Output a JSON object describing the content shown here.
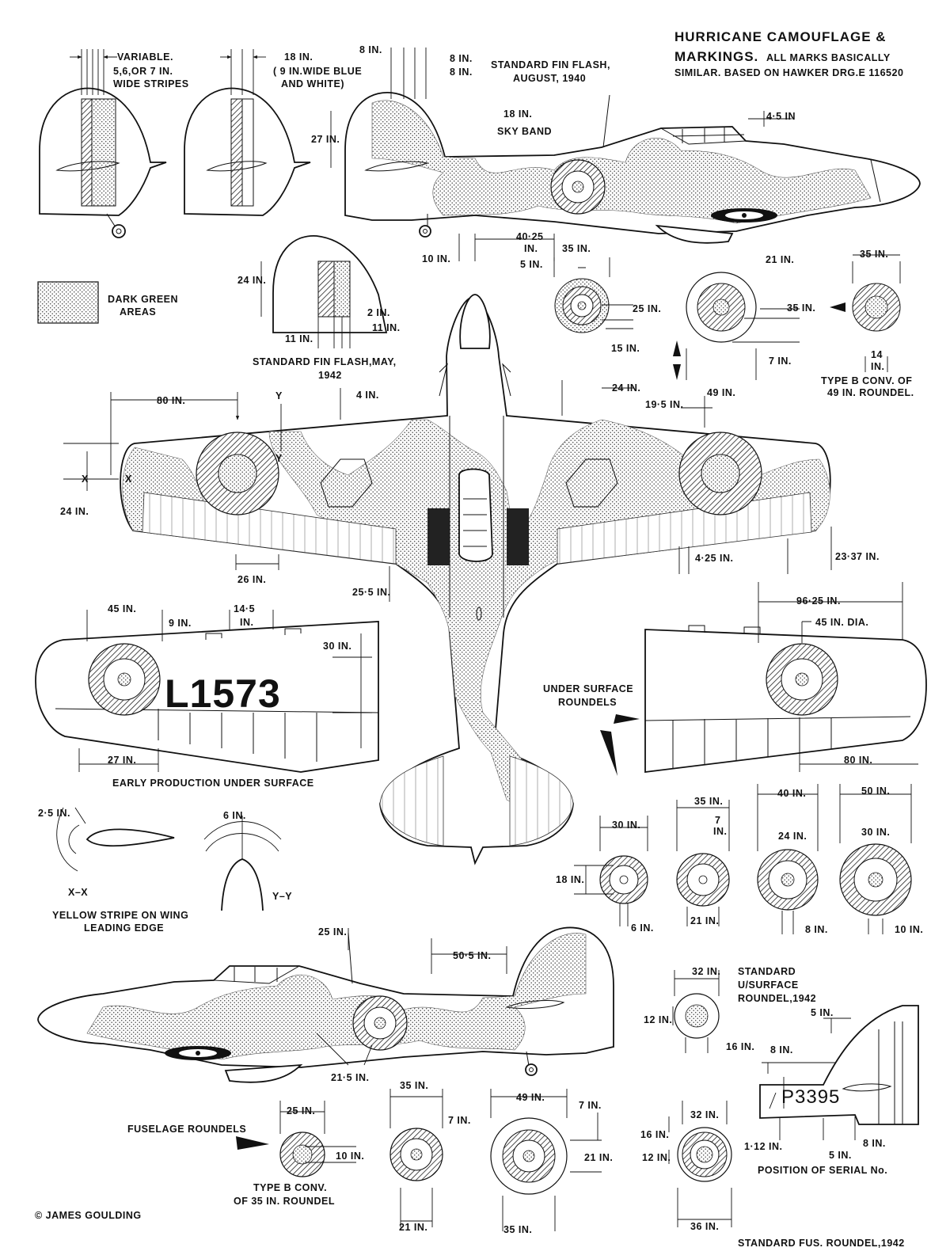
{
  "title": {
    "line1": "HURRICANE CAMOUFLAGE &",
    "line2a": "MARKINGS.",
    "line2b": "ALL MARKS BASICALLY",
    "line3": "SIMILAR. BASED ON HAWKER DRG.E 116520"
  },
  "legend": {
    "dark_green_l1": "DARK GREEN",
    "dark_green_l2": "AREAS"
  },
  "tail_stripes": {
    "variable_l1": "VARIABLE.",
    "variable_l2": "5,6,OR 7 IN.",
    "variable_l3": "WIDE STRIPES",
    "blue_white_l1": "18 IN.",
    "blue_white_l2": "( 9 IN.WIDE BLUE",
    "blue_white_l3": "AND WHITE)"
  },
  "fin_flash_1940": {
    "l1": "STANDARD FIN FLASH,",
    "l2": "AUGUST, 1940",
    "d8a": "8 IN.",
    "d8b": "8 IN.",
    "d8c": "8 IN.",
    "d27": "27 IN.",
    "sky_band_dim": "18 IN.",
    "sky_band": "SKY BAND",
    "d45": "4·5 IN"
  },
  "side_top_dims": {
    "d40": "40·25",
    "d40b": "IN.",
    "d10": "10 IN.",
    "d5": "5 IN.",
    "d35": "35 IN."
  },
  "fin_flash_1942": {
    "l1": "STANDARD FIN FLASH,MAY,",
    "l2": "1942",
    "d24": "24 IN.",
    "d2": "2 IN.",
    "d11a": "11 IN.",
    "d11b": "11 IN."
  },
  "roundels_top": {
    "small": {
      "d25": "25 IN.",
      "d15": "15 IN."
    },
    "large": {
      "d21": "21 IN.",
      "d35": "35 IN.",
      "d7": "7 IN.",
      "d49": "49 IN."
    },
    "typeb": {
      "d35": "35 IN.",
      "d14a": "14",
      "d14b": "IN.",
      "l1": "TYPE B CONV. OF",
      "l2": "49 IN. ROUNDEL."
    }
  },
  "plan_dims": {
    "d80": "80 IN.",
    "y": "Y",
    "d4": "4 IN.",
    "d24r": "24 IN.",
    "d195": "19·5 IN.",
    "x": "X",
    "d24l": "24 IN.",
    "d26": "26 IN.",
    "d255": "25·5 IN.",
    "d425": "4·25 IN.",
    "d2337": "23·37 IN."
  },
  "underside_left": {
    "d45": "45 IN.",
    "d9": "9 IN.",
    "d145a": "14·5",
    "d145b": "IN.",
    "d30": "30 IN.",
    "serial": "L1573",
    "d27": "27 IN.",
    "caption": "EARLY PRODUCTION UNDER SURFACE"
  },
  "underside_right": {
    "d9625": "96·25 IN.",
    "d45dia": "45 IN. DIA.",
    "label_l1": "UNDER SURFACE",
    "label_l2": "ROUNDELS",
    "d80": "80 IN."
  },
  "sections": {
    "d25": "2·5 IN.",
    "xx": "X–X",
    "d6": "6 IN.",
    "yy": "Y–Y",
    "caption_l1": "YELLOW STRIPE ON WING",
    "caption_l2": "LEADING EDGE"
  },
  "roundel_row": {
    "r1": {
      "d30": "30 IN.",
      "d18": "18 IN.",
      "d6": "6 IN."
    },
    "r2": {
      "d35": "35 IN.",
      "d7a": "7",
      "d7b": "IN.",
      "d21": "21 IN."
    },
    "r3": {
      "d40": "40 IN.",
      "d24": "24 IN.",
      "d8": "8 IN."
    },
    "r4": {
      "d50": "50 IN.",
      "d30": "30 IN.",
      "d10": "10 IN."
    }
  },
  "side_bottom": {
    "d25": "25 IN.",
    "d505": "50·5 IN.",
    "d215": "21·5 IN."
  },
  "usurface_1942": {
    "d32": "32 IN.",
    "l1": "STANDARD",
    "l2": "U/SURFACE",
    "l3": "ROUNDEL,1942",
    "d12": "12 IN.",
    "d16": "16 IN."
  },
  "serial_pos": {
    "d5a": "5 IN.",
    "d8a": "8 IN.",
    "serial": "P3395",
    "d112": "1·12 IN.",
    "d5b": "5 IN.",
    "d8b": "8 IN.",
    "caption": "POSITION OF SERIAL No."
  },
  "fuselage_roundels": {
    "label": "FUSELAGE ROUNDELS",
    "a": {
      "d25": "25 IN.",
      "d10": "10 IN.",
      "l1": "TYPE B CONV.",
      "l2": "OF 35 IN. ROUNDEL"
    },
    "b": {
      "d35": "35 IN.",
      "d7": "7 IN.",
      "d21": "21 IN."
    },
    "c": {
      "d49": "49 IN.",
      "d7": "7 IN.",
      "d21": "21 IN.",
      "d35": "35 IN."
    }
  },
  "fus_1942": {
    "d32": "32 IN.",
    "d16": "16 IN.",
    "d12": "12 IN.",
    "d36": "36 IN.",
    "caption": "STANDARD FUS. ROUNDEL,1942"
  },
  "credit": "© JAMES GOULDING"
}
